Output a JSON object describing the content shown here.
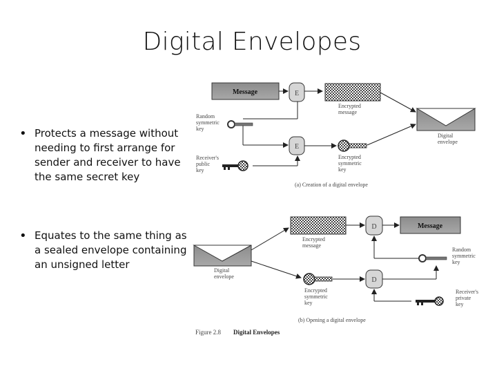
{
  "slide": {
    "title": "Digital Envelopes",
    "bullets": [
      "Protects a message without needing to first arrange for sender and receiver to have the same secret key",
      "Equates to the same thing as a sealed envelope containing an unsigned letter"
    ]
  },
  "diagram": {
    "part_a": {
      "message": "Message",
      "encrypt_e1": "E",
      "encrypt_e2": "E",
      "random_key": [
        "Random",
        "symmetric",
        "key"
      ],
      "receiver_public_key": [
        "Receiver's",
        "public",
        "key"
      ],
      "encrypted_message": [
        "Encrypted",
        "message"
      ],
      "encrypted_key": [
        "Encrypted",
        "symmetric",
        "key"
      ],
      "digital_envelope": [
        "Digital",
        "envelope"
      ],
      "caption": "(a) Creation of a digital envelope"
    },
    "part_b": {
      "message": "Message",
      "decrypt_d1": "D",
      "decrypt_d2": "D",
      "digital_envelope": [
        "Digital",
        "envelope"
      ],
      "encrypted_message": [
        "Encrypted",
        "message"
      ],
      "encrypted_key": [
        "Encrypted",
        "symmetric",
        "key"
      ],
      "random_key": [
        "Random",
        "symmetric",
        "key"
      ],
      "receiver_private_key": [
        "Receiver's",
        "private",
        "key"
      ],
      "caption": "(b) Opening a digital envelope"
    },
    "figure_number": "Figure 2.8",
    "figure_title": "Digital Envelopes"
  }
}
